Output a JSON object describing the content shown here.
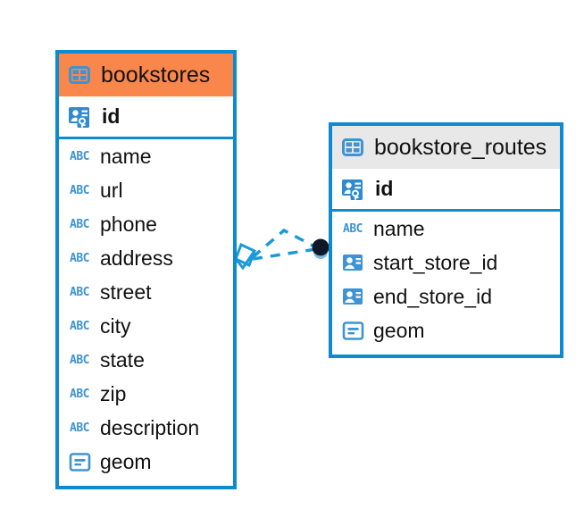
{
  "diagram": {
    "type": "entity-relationship-diagram",
    "colors": {
      "border": "#0d8ad0",
      "header_selected": "#f9874c",
      "header_normal": "#e8e8e8",
      "icon_blue": "#3d93d4",
      "connector": "#1a9ad7",
      "endpoint_dot": "#101828",
      "text": "#111111",
      "background": "#ffffff"
    },
    "tables": [
      {
        "name": "bookstores",
        "header_icon": "table-icon",
        "selected": true,
        "keys": [
          {
            "name": "id",
            "icon": "primary-key-icon",
            "bold": true
          }
        ],
        "fields": [
          {
            "name": "name",
            "icon": "abc-text-icon",
            "icon_label": "ABC"
          },
          {
            "name": "url",
            "icon": "abc-text-icon",
            "icon_label": "ABC"
          },
          {
            "name": "phone",
            "icon": "abc-text-icon",
            "icon_label": "ABC"
          },
          {
            "name": "address",
            "icon": "abc-text-icon",
            "icon_label": "ABC"
          },
          {
            "name": "street",
            "icon": "abc-text-icon",
            "icon_label": "ABC"
          },
          {
            "name": "city",
            "icon": "abc-text-icon",
            "icon_label": "ABC"
          },
          {
            "name": "state",
            "icon": "abc-text-icon",
            "icon_label": "ABC"
          },
          {
            "name": "zip",
            "icon": "abc-text-icon",
            "icon_label": "ABC"
          },
          {
            "name": "description",
            "icon": "abc-text-icon",
            "icon_label": "ABC"
          },
          {
            "name": "geom",
            "icon": "geometry-icon"
          }
        ]
      },
      {
        "name": "bookstore_routes",
        "header_icon": "table-icon",
        "selected": false,
        "keys": [
          {
            "name": "id",
            "icon": "primary-key-icon",
            "bold": true
          }
        ],
        "fields": [
          {
            "name": "name",
            "icon": "abc-text-icon",
            "icon_label": "ABC"
          },
          {
            "name": "start_store_id",
            "icon": "foreign-key-icon"
          },
          {
            "name": "end_store_id",
            "icon": "foreign-key-icon"
          },
          {
            "name": "geom",
            "icon": "geometry-icon"
          }
        ]
      }
    ],
    "relationship": {
      "style": "dashed",
      "source_endpoint": "diamond-marker",
      "target_endpoint": "filled-circle-marker"
    }
  }
}
